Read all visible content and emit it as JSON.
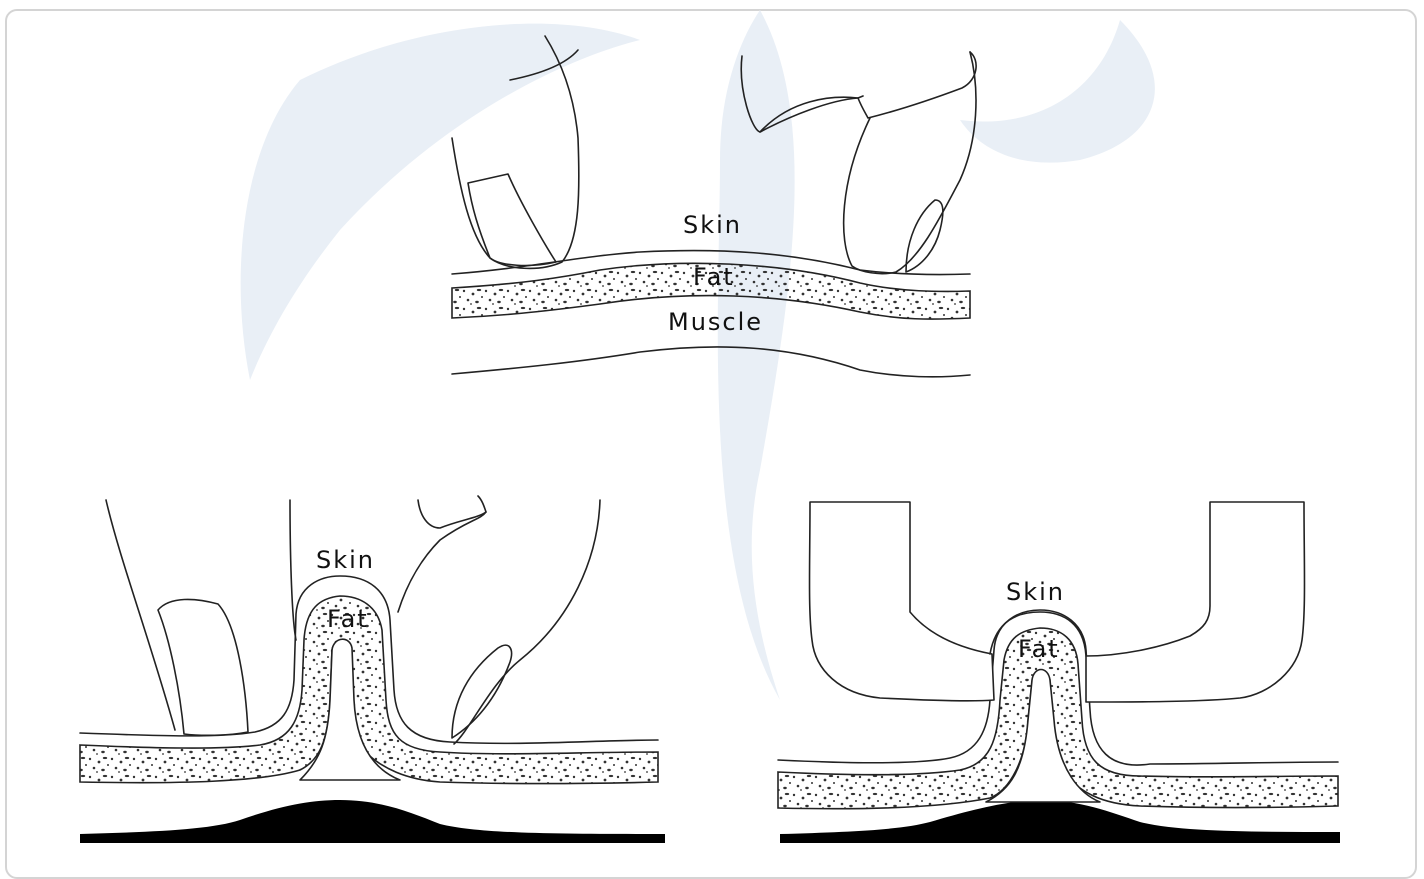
{
  "labels": {
    "top_skin": "Skin",
    "top_fat": "Fat",
    "top_muscle": "Muscle",
    "left_skin": "Skin",
    "left_fat": "Fat",
    "right_skin": "Skin",
    "right_fat": "Fat"
  },
  "colors": {
    "ink": "#222222",
    "frame": "#d4d4d4",
    "watermark": "#e9eff6",
    "background": "#ffffff"
  }
}
